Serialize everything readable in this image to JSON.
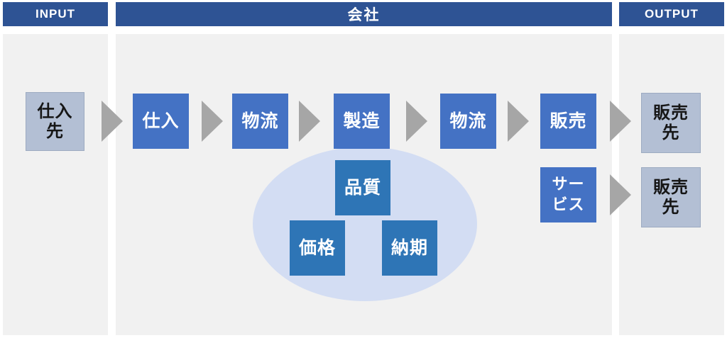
{
  "headers": {
    "input": "INPUT",
    "company": "会社",
    "output": "OUTPUT"
  },
  "input_column": {
    "supplier_label": "仕入\n先"
  },
  "company_column": {
    "chain": [
      "仕入",
      "物流",
      "製造",
      "物流",
      "販売"
    ],
    "service_label": "サー\nビス",
    "factors": [
      "品質",
      "価格",
      "納期"
    ]
  },
  "output_column": {
    "customer1_label": "販売\n先",
    "customer2_label": "販売\n先"
  },
  "colors": {
    "header_navy": "#2E5394",
    "panel_gray": "#F1F1F1",
    "chain_blue": "#4472C4",
    "factor_blue": "#2E75B6",
    "neutral_node_fill": "#B3BFD4",
    "arrow_gray": "#A6A6A6",
    "ellipse_fill": "#D3DDF3"
  }
}
